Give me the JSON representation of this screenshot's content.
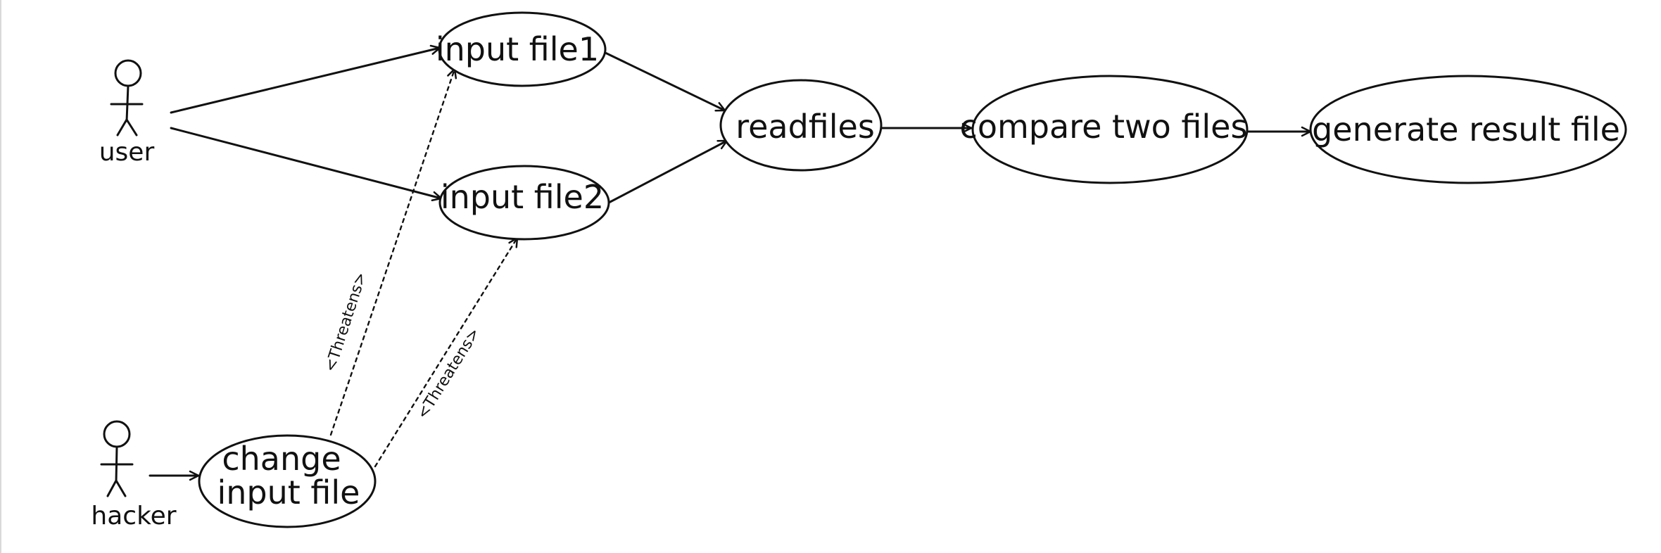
{
  "actors": {
    "user": {
      "label": "user"
    },
    "hacker": {
      "label": "hacker"
    }
  },
  "use_cases": {
    "input_file1": {
      "label": "input file1"
    },
    "input_file2": {
      "label": "input file2"
    },
    "read_files": {
      "label": "readfiles"
    },
    "compare_two_files": {
      "label": "compare two files"
    },
    "generate_result_file": {
      "label": "generate result file"
    },
    "change_input_file": {
      "line1": "change",
      "line2": "input file"
    }
  },
  "relations": {
    "threatens1": {
      "label": "<Threatens>"
    },
    "threatens2": {
      "label": "<Threatens>"
    }
  }
}
